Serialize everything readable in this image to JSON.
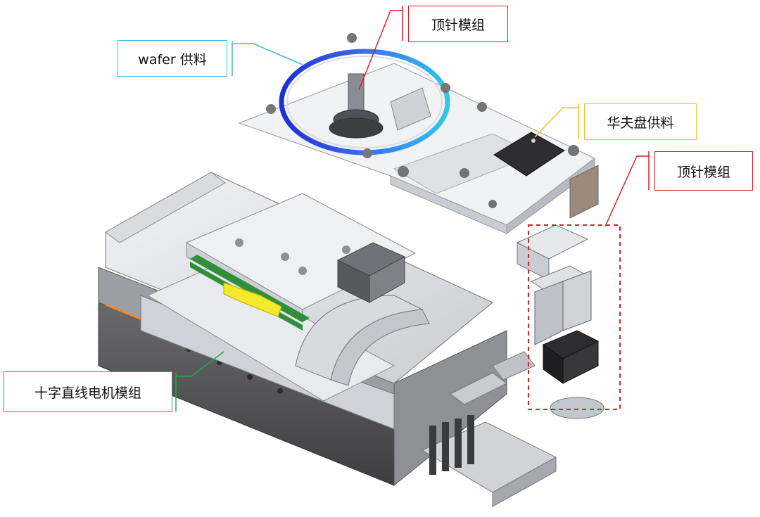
{
  "labels": {
    "wafer_feed": "wafer 供料",
    "ejector_top": "顶针模组",
    "waffle_feed": "华夫盘供料",
    "ejector_right": "顶针模组",
    "xy_motor": "十字直线电机模组"
  },
  "colors": {
    "wafer_feed": "#41b6e6",
    "ejector": "#e21d23",
    "waffle_feed": "#f2c21a",
    "xy_motor": "#27a84a",
    "machine_body": "#e4e6ea",
    "base_dark": "#58585a",
    "wafer_ring": "#2330c8",
    "pcb": "#2f8f3a",
    "yellow_part": "#f2ea2a",
    "orange_stripe": "#f08a2a"
  }
}
